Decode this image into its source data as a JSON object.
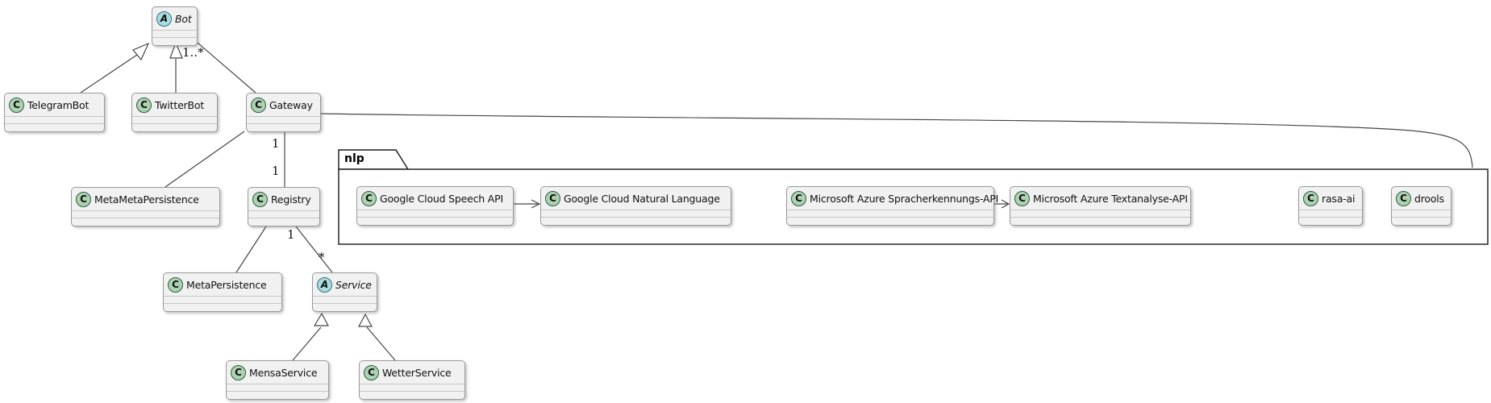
{
  "package": {
    "label": "nlp"
  },
  "classes": [
    {
      "name": "Bot",
      "spot": "A",
      "abstract": true
    },
    {
      "name": "TelegramBot",
      "spot": "C",
      "abstract": false
    },
    {
      "name": "TwitterBot",
      "spot": "C",
      "abstract": false
    },
    {
      "name": "Gateway",
      "spot": "C",
      "abstract": false
    },
    {
      "name": "MetaMetaPersistence",
      "spot": "C",
      "abstract": false
    },
    {
      "name": "Registry",
      "spot": "C",
      "abstract": false
    },
    {
      "name": "MetaPersistence",
      "spot": "C",
      "abstract": false
    },
    {
      "name": "Service",
      "spot": "A",
      "abstract": true
    },
    {
      "name": "MensaService",
      "spot": "C",
      "abstract": false
    },
    {
      "name": "WetterService",
      "spot": "C",
      "abstract": false
    },
    {
      "name": "Google Cloud Speech API",
      "spot": "C",
      "abstract": false
    },
    {
      "name": "Google Cloud Natural Language",
      "spot": "C",
      "abstract": false
    },
    {
      "name": "Microsoft Azure Spracherkennungs-API",
      "spot": "C",
      "abstract": false
    },
    {
      "name": "Microsoft Azure Textanalyse-API",
      "spot": "C",
      "abstract": false
    },
    {
      "name": "rasa-ai",
      "spot": "C",
      "abstract": false
    },
    {
      "name": "drools",
      "spot": "C",
      "abstract": false
    }
  ],
  "edge_labels": {
    "twitterbot_bot": "1..*",
    "gateway_registry_src": "1",
    "gateway_registry_dst": "1",
    "registry_service_src": "1",
    "registry_service_dst": "*"
  },
  "colors": {
    "class_fill": "#F1F1F1",
    "class_border": "#9A9A9A",
    "spot_class_bg": "#ADD1B2",
    "spot_abstract_bg": "#A9DCDF",
    "edge_line": "#454545",
    "package_border": "#181818"
  }
}
